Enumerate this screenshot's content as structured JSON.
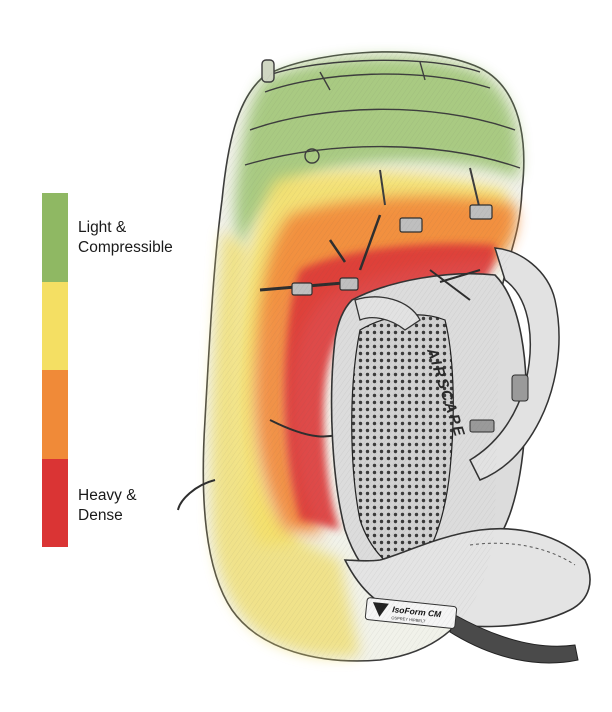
{
  "legend": {
    "items": [
      {
        "lines": [
          "Light &",
          "Compressible"
        ],
        "color": "#8fb863"
      },
      {
        "lines": [],
        "color": "#f4df63"
      },
      {
        "lines": [],
        "color": "#f08a38"
      },
      {
        "lines": [
          "Heavy &",
          "Dense"
        ],
        "color": "#da3434"
      }
    ]
  },
  "backpack": {
    "vertical_brand": "AIRSCAPE",
    "hipbelt_brand": "IsoForm CM",
    "hipbelt_sub": "OSPREY HIPBELT"
  }
}
